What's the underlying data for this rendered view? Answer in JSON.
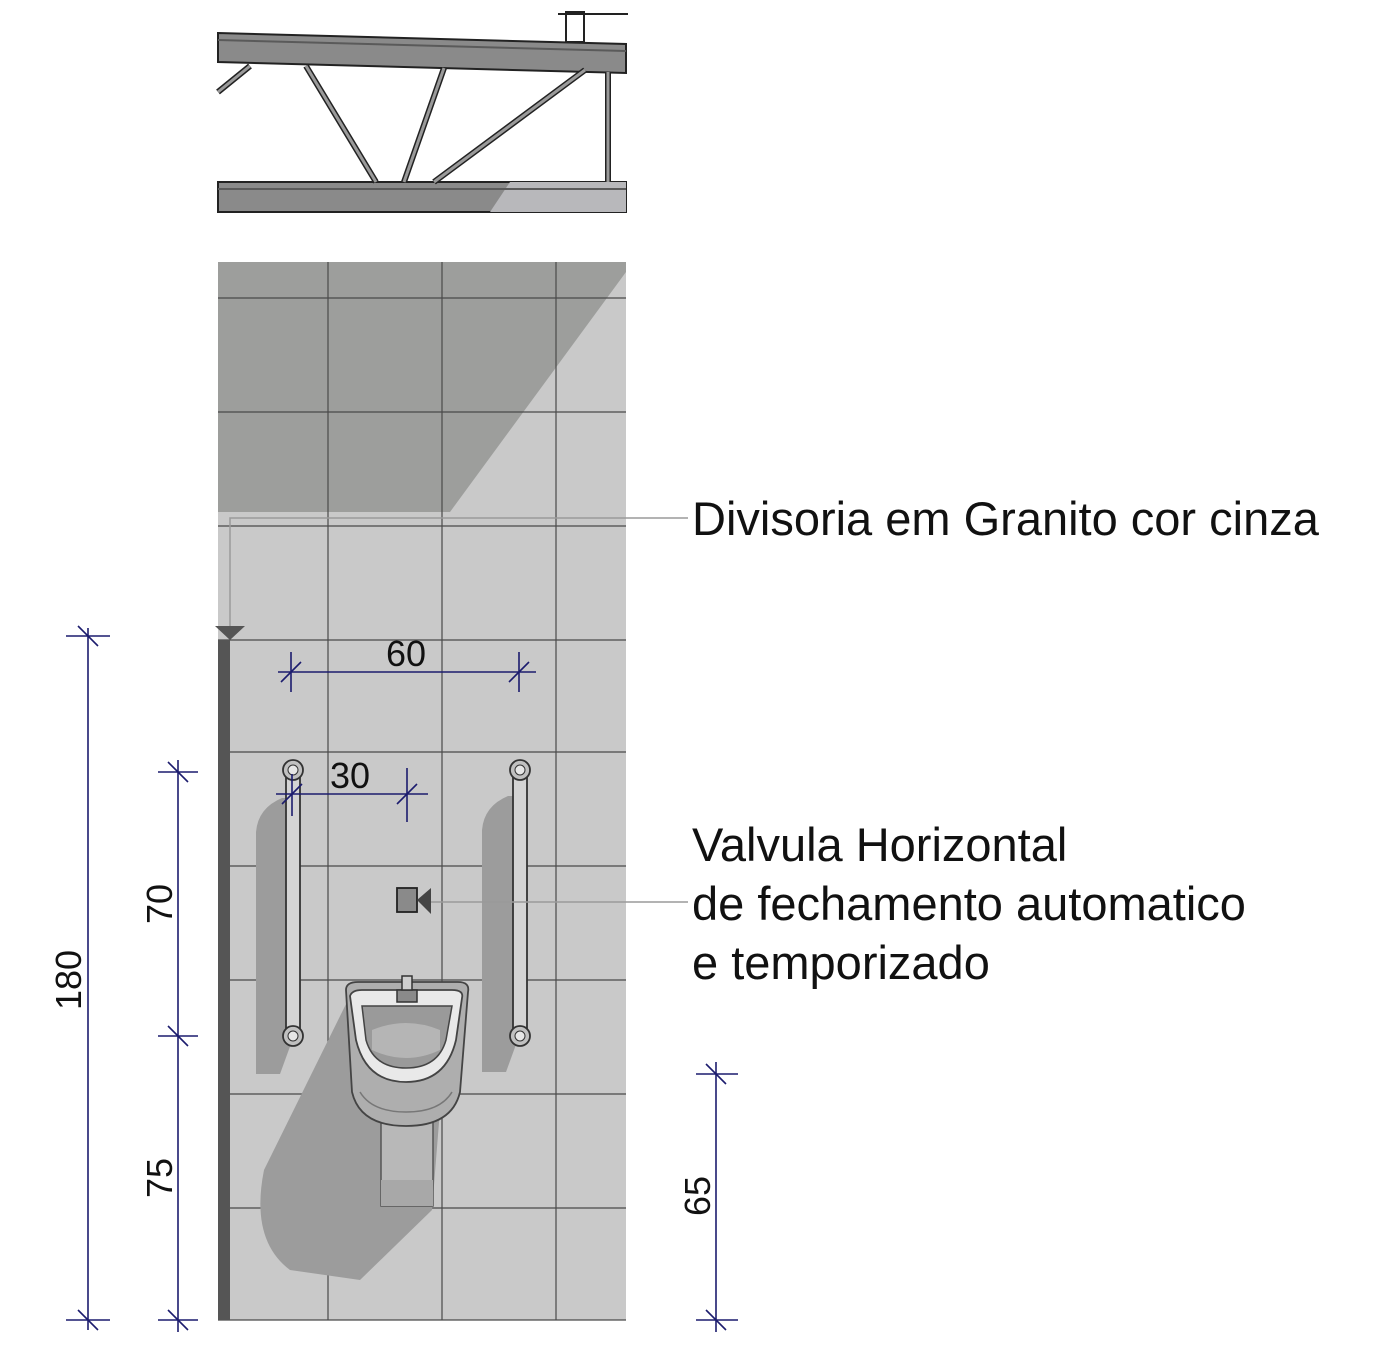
{
  "labels": {
    "partition": "Divisoria em Granito cor cinza",
    "valve_line1": "Valvula Horizontal",
    "valve_line2": "de fechamento automatico",
    "valve_line3": "e temporizado"
  },
  "dimensions": {
    "total_height": "180",
    "grab_bar_span": "60",
    "valve_offset": "30",
    "grab_bar_height": "70",
    "grab_bar_base": "75",
    "urinal_rim": "65"
  },
  "colors": {
    "tile": "#c9c9c9",
    "tile_shadow": "#9d9e9c",
    "grout": "#4a4a4a",
    "dimension_line": "#1c1c6e",
    "steel": "#8a8a8a",
    "partition_edge": "#555555"
  }
}
